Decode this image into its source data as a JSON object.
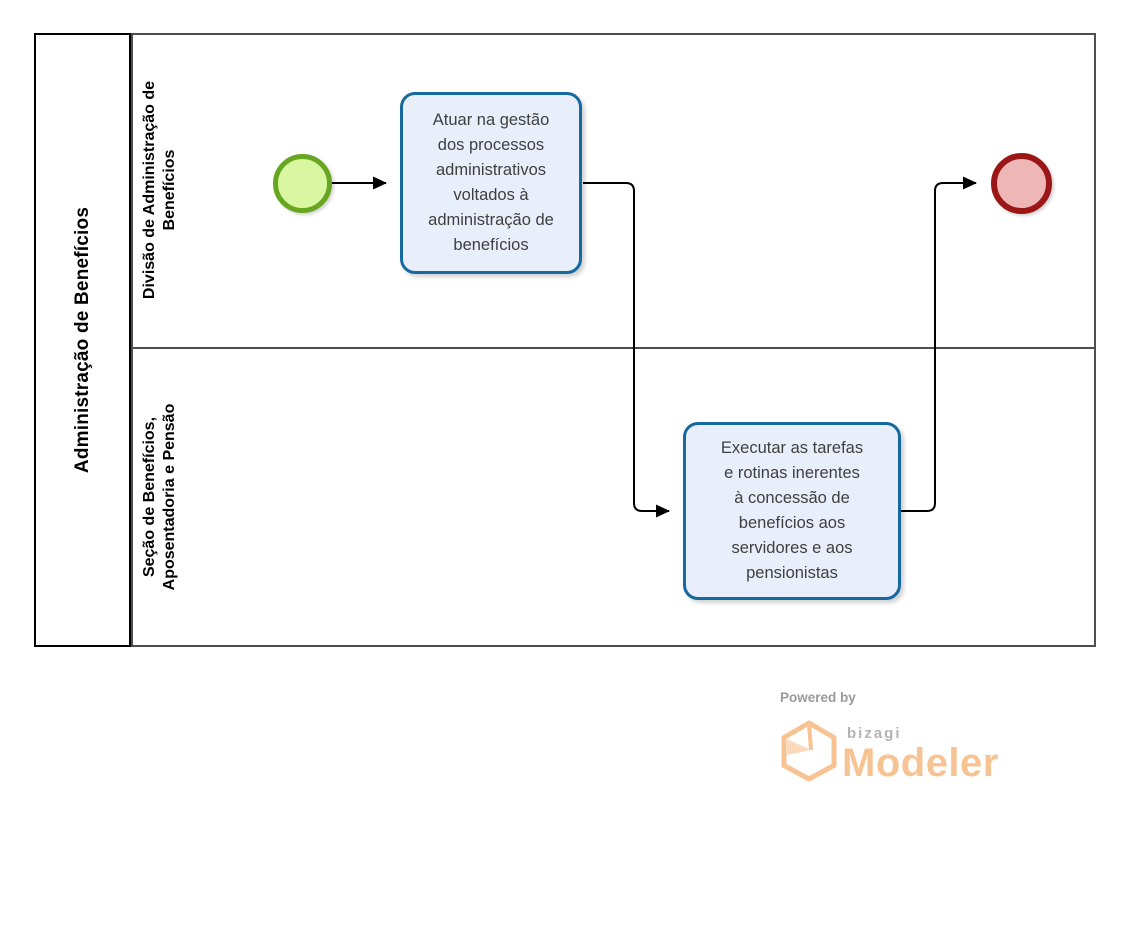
{
  "diagram": {
    "pool": {
      "title": "Administração de Benefícios"
    },
    "lanes": [
      {
        "label": "Divisão de Administração de\nBenefícios"
      },
      {
        "label": "Seção de Benefícios,\nAposentadoria e Pensão"
      }
    ],
    "nodes": [
      {
        "type": "start-event",
        "label": ""
      },
      {
        "type": "task",
        "label": "Atuar na gestão\ndos processos\nadministrativos\nvoltados à\nadministração de\nbenefícios"
      },
      {
        "type": "task",
        "label": "Executar as tarefas\ne rotinas inerentes\nà concessão de\nbenefícios aos\nservidores e aos\npensionistas"
      },
      {
        "type": "end-event",
        "label": ""
      }
    ]
  },
  "footer": {
    "powered_by": "Powered by",
    "brand": "bizagi",
    "product": "Modeler"
  },
  "colors": {
    "pool_border": "#000000",
    "lane_border": "#4e4e4e",
    "task_border": "#16699e",
    "task_fill": "#e9eefb",
    "task_text": "#3f3f3f",
    "start_border": "#66a621",
    "start_fill": "#d9f7a0",
    "end_border": "#9b1717",
    "end_fill": "#efb6b6",
    "flow": "#000000",
    "logo_orange": "#f8c392",
    "logo_fold": "#fbd9bb",
    "logo_gray": "#9a9a9a",
    "brand_gray": "#b3b3b3"
  }
}
